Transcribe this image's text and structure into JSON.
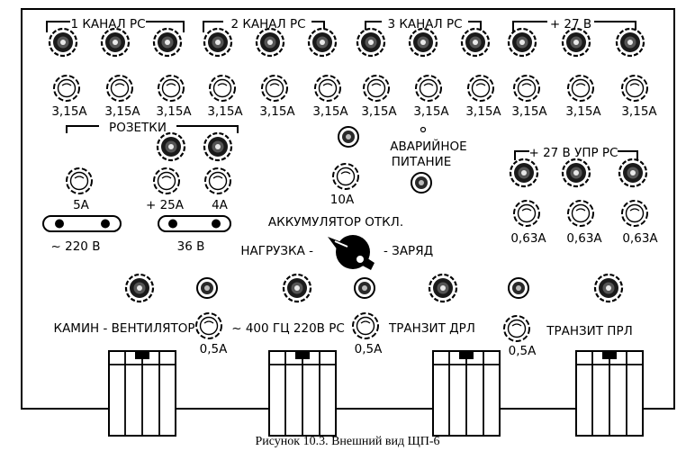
{
  "panel": {
    "groups": {
      "channel1": "1  КАНАЛ  РС",
      "channel2": "2  КАНАЛ  РС",
      "channel3": "3  КАНАЛ  РС",
      "plus27": "+ 27 В",
      "sockets": "РОЗЕТКИ",
      "plus27_upr": "+ 27 В  УПР РС"
    },
    "fuse_labels": {
      "row_top": [
        "3,15А",
        "3,15А",
        "3,15А",
        "3,15А",
        "3,15А",
        "3,15А",
        "3,15А",
        "3,15А",
        "3,15А",
        "3,15А",
        "3,15А",
        "3,15А"
      ],
      "socket_5a": "5А",
      "socket_25a": "+ 25А",
      "socket_4a": "4А",
      "center_10a": "10А",
      "upr": [
        "0,63А",
        "0,63А",
        "0,63А"
      ],
      "bottom": [
        "0,5А",
        "0,5А",
        "0,5А"
      ]
    },
    "sockets": {
      "ac_220": "~ 220 В",
      "dc_36": "36 В"
    },
    "emergency": {
      "line1": "АВАРИЙНОЕ",
      "line2": "ПИТАНИЕ"
    },
    "switch": {
      "off": "АККУМУЛЯТОР  ОТКЛ.",
      "load": "НАГРУЗКА -",
      "charge": "- ЗАРЯД"
    },
    "bottom": {
      "fan": "КАМИН - ВЕНТИЛЯТОР",
      "ac400": "~ 400 ГЦ  220В РС",
      "transit_drl": "ТРАНЗИТ  ДРЛ",
      "transit_prl": "ТРАНЗИТ  ПРЛ"
    }
  },
  "caption": "Рисунок 10.3. Внешний вид ЩП-6"
}
